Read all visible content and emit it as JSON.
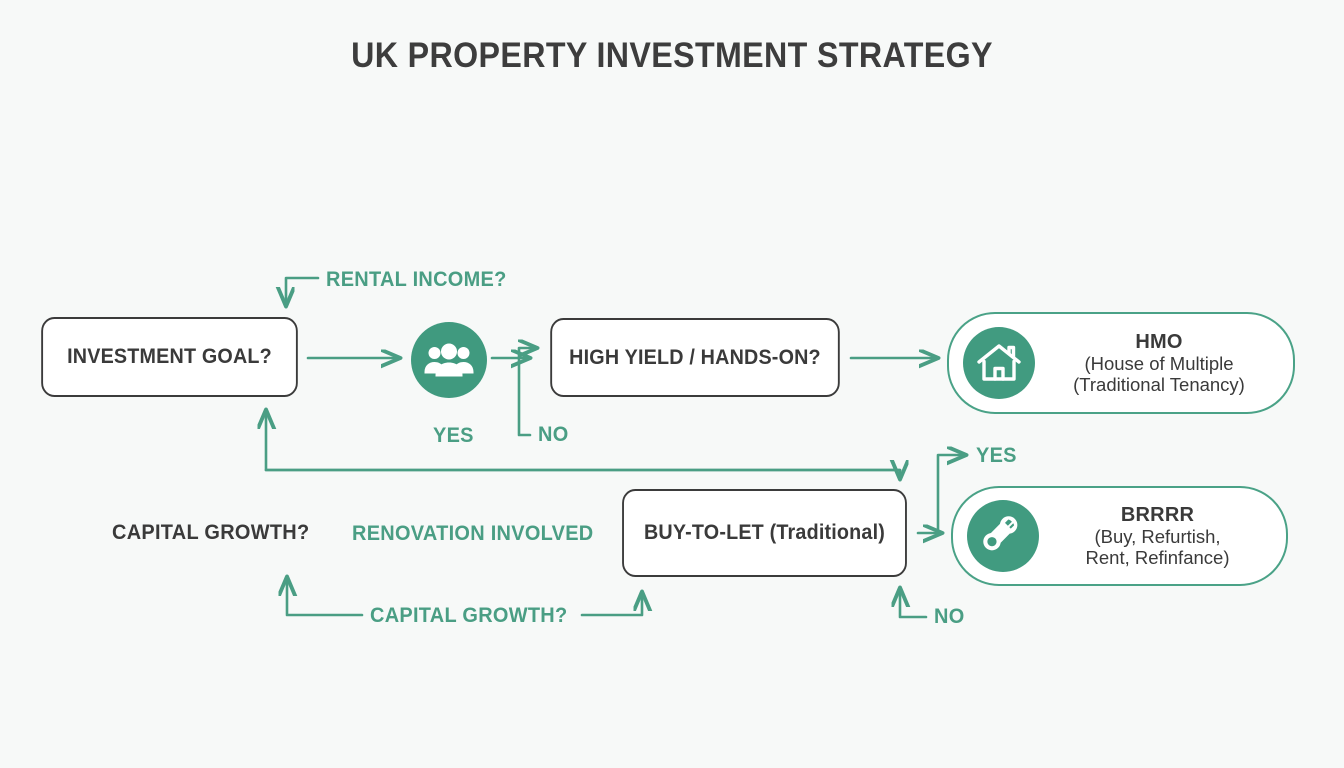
{
  "title": "UK PROPERTY INVESTMENT STRATEGY",
  "colors": {
    "background": "#f7f9f8",
    "teal": "#419b80",
    "teal_line": "#4a9e84",
    "dark_text": "#3a3a3a",
    "box_border": "#3b3b3b",
    "outcome_border": "#4aa287"
  },
  "nodes": [
    {
      "id": "investment-goal",
      "label": "INVESTMENT GOAL?"
    },
    {
      "id": "high-yield",
      "label": "HIGH YIELD / HANDS-ON?"
    },
    {
      "id": "buy-to-let",
      "label_caps": "BUY-TO-LET",
      "label_mixed": "(Traditional)"
    }
  ],
  "decision_icon": {
    "id": "people-decision",
    "icon": "people-group-icon"
  },
  "outcomes": [
    {
      "id": "hmo",
      "icon": "house-icon",
      "name": "HMO",
      "sub1": "(House of Multiple",
      "sub2": "(Traditional Tenancy)"
    },
    {
      "id": "brrrr",
      "icon": "wrench-icon",
      "name": "BRRRR",
      "sub1": "(Buy, Refurtish,",
      "sub2": "Rent, Refinfance)"
    }
  ],
  "labels": {
    "rental_income": "RENTAL INCOME?",
    "yes_people": "YES",
    "no_people": "NO",
    "capital_growth_left": "CAPITAL GROWTH?",
    "renovation_involved": "RENOVATION INVOLVED",
    "capital_growth_bottom": "CAPITAL GROWTH?",
    "yes_brrrr": "YES",
    "no_brrrr": "NO"
  }
}
